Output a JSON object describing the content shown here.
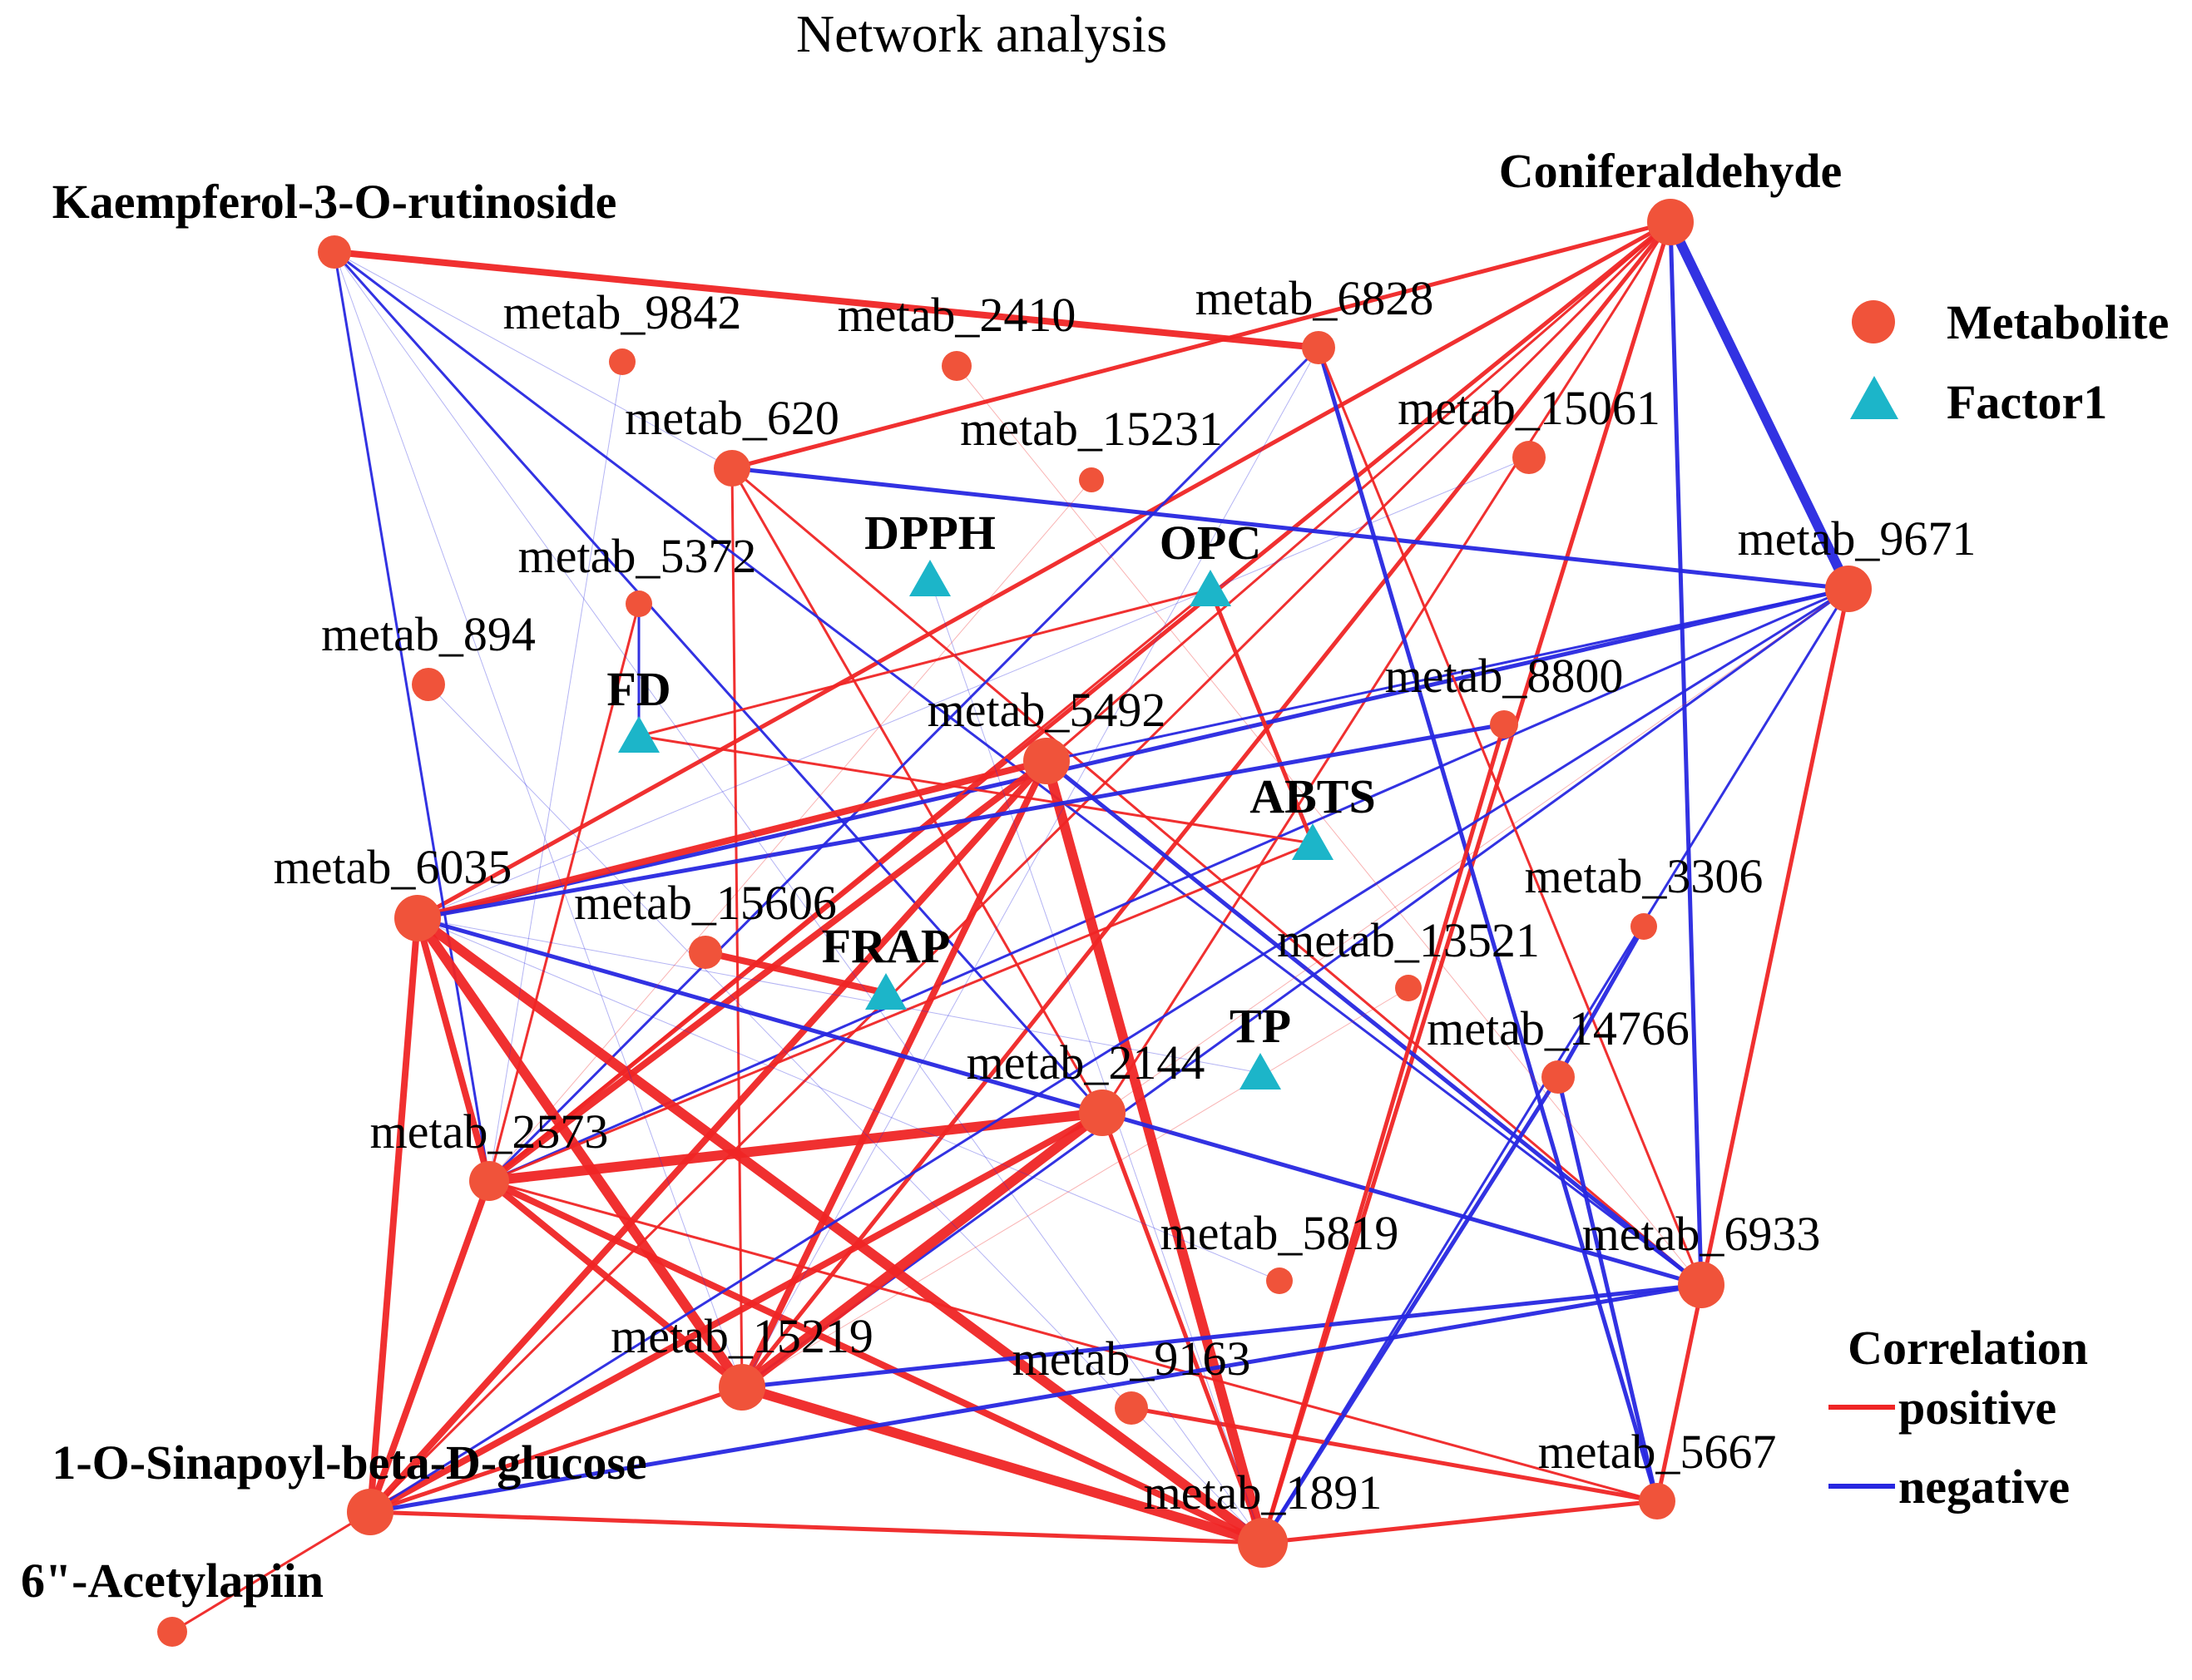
{
  "title": "Network analysis",
  "colors": {
    "metabolite": "#f0533a",
    "factor": "#1cb5c9",
    "positive": "#ef2525",
    "negative": "#2727e0"
  },
  "legend": {
    "node_items": [
      {
        "label": "Metabolite",
        "shape": "circle"
      },
      {
        "label": "Factor1",
        "shape": "triangle"
      }
    ],
    "edge_title": "Correlation",
    "edge_items": [
      {
        "label": "positive",
        "sign": "positive"
      },
      {
        "label": "negative",
        "sign": "negative"
      }
    ]
  },
  "nodes": [
    {
      "id": "Kaempferol-3-O-rutinoside",
      "label": "Kaempferol-3-O-rutinoside",
      "type": "metabolite"
    },
    {
      "id": "Coniferaldehyde",
      "label": "Coniferaldehyde",
      "type": "metabolite"
    },
    {
      "id": "metab_9842",
      "label": "metab_9842",
      "type": "metabolite"
    },
    {
      "id": "metab_2410",
      "label": "metab_2410",
      "type": "metabolite"
    },
    {
      "id": "metab_6828",
      "label": "metab_6828",
      "type": "metabolite"
    },
    {
      "id": "metab_620",
      "label": "metab_620",
      "type": "metabolite"
    },
    {
      "id": "metab_15231",
      "label": "metab_15231",
      "type": "metabolite"
    },
    {
      "id": "metab_15061",
      "label": "metab_15061",
      "type": "metabolite"
    },
    {
      "id": "metab_9671",
      "label": "metab_9671",
      "type": "metabolite"
    },
    {
      "id": "DPPH",
      "label": "DPPH",
      "type": "factor"
    },
    {
      "id": "OPC",
      "label": "OPC",
      "type": "factor"
    },
    {
      "id": "metab_5372",
      "label": "metab_5372",
      "type": "metabolite"
    },
    {
      "id": "metab_894",
      "label": "metab_894",
      "type": "metabolite"
    },
    {
      "id": "FD",
      "label": "FD",
      "type": "factor"
    },
    {
      "id": "metab_8800",
      "label": "metab_8800",
      "type": "metabolite"
    },
    {
      "id": "metab_5492",
      "label": "metab_5492",
      "type": "metabolite"
    },
    {
      "id": "ABTS",
      "label": "ABTS",
      "type": "factor"
    },
    {
      "id": "metab_6035",
      "label": "metab_6035",
      "type": "metabolite"
    },
    {
      "id": "metab_3306",
      "label": "metab_3306",
      "type": "metabolite"
    },
    {
      "id": "metab_15606",
      "label": "metab_15606",
      "type": "metabolite"
    },
    {
      "id": "FRAP",
      "label": "FRAP",
      "type": "factor"
    },
    {
      "id": "metab_13521",
      "label": "metab_13521",
      "type": "metabolite"
    },
    {
      "id": "TP",
      "label": "TP",
      "type": "factor"
    },
    {
      "id": "metab_14766",
      "label": "metab_14766",
      "type": "metabolite"
    },
    {
      "id": "metab_2144",
      "label": "metab_2144",
      "type": "metabolite"
    },
    {
      "id": "metab_2573",
      "label": "metab_2573",
      "type": "metabolite"
    },
    {
      "id": "metab_5819",
      "label": "metab_5819",
      "type": "metabolite"
    },
    {
      "id": "metab_6933",
      "label": "metab_6933",
      "type": "metabolite"
    },
    {
      "id": "metab_15219",
      "label": "metab_15219",
      "type": "metabolite"
    },
    {
      "id": "metab_9163",
      "label": "metab_9163",
      "type": "metabolite"
    },
    {
      "id": "metab_5667",
      "label": "metab_5667",
      "type": "metabolite"
    },
    {
      "id": "1-O-Sinapoyl-beta-D-glucose",
      "label": "1-O-Sinapoyl-beta-D-glucose",
      "type": "metabolite"
    },
    {
      "id": "metab_1891",
      "label": "metab_1891",
      "type": "metabolite"
    },
    {
      "id": "6\"-Acetylapiin",
      "label": "6\"-Acetylapiin",
      "type": "metabolite"
    }
  ],
  "edges": [
    {
      "s": "Kaempferol-3-O-rutinoside",
      "t": "metab_6828",
      "sign": "positive",
      "w": 3
    },
    {
      "s": "Coniferaldehyde",
      "t": "metab_9671",
      "sign": "negative",
      "w": 4
    },
    {
      "s": "Coniferaldehyde",
      "t": "metab_620",
      "sign": "positive",
      "w": 2
    },
    {
      "s": "Coniferaldehyde",
      "t": "metab_6035",
      "sign": "positive",
      "w": 2
    },
    {
      "s": "Coniferaldehyde",
      "t": "metab_2573",
      "sign": "positive",
      "w": 2
    },
    {
      "s": "Coniferaldehyde",
      "t": "metab_15219",
      "sign": "positive",
      "w": 2
    },
    {
      "s": "Coniferaldehyde",
      "t": "metab_1891",
      "sign": "positive",
      "w": 2
    },
    {
      "s": "Coniferaldehyde",
      "t": "metab_6933",
      "sign": "negative",
      "w": 2
    },
    {
      "s": "Coniferaldehyde",
      "t": "metab_2144",
      "sign": "positive",
      "w": 1
    },
    {
      "s": "Coniferaldehyde",
      "t": "1-O-Sinapoyl-beta-D-glucose",
      "sign": "positive",
      "w": 1
    },
    {
      "s": "Coniferaldehyde",
      "t": "metab_5492",
      "sign": "positive",
      "w": 1
    },
    {
      "s": "metab_620",
      "t": "metab_9671",
      "sign": "negative",
      "w": 2
    },
    {
      "s": "metab_620",
      "t": "metab_15219",
      "sign": "positive",
      "w": 1
    },
    {
      "s": "metab_620",
      "t": "metab_2144",
      "sign": "positive",
      "w": 1
    },
    {
      "s": "metab_620",
      "t": "metab_6933",
      "sign": "positive",
      "w": 1
    },
    {
      "s": "metab_9671",
      "t": "metab_6035",
      "sign": "negative",
      "w": 2
    },
    {
      "s": "metab_9671",
      "t": "metab_5667",
      "sign": "positive",
      "w": 2
    },
    {
      "s": "metab_9671",
      "t": "metab_2573",
      "sign": "negative",
      "w": 1
    },
    {
      "s": "metab_9671",
      "t": "metab_15219",
      "sign": "negative",
      "w": 1
    },
    {
      "s": "metab_9671",
      "t": "metab_1891",
      "sign": "negative",
      "w": 1
    },
    {
      "s": "metab_6828",
      "t": "metab_5667",
      "sign": "negative",
      "w": 2
    },
    {
      "s": "metab_6828",
      "t": "metab_2573",
      "sign": "negative",
      "w": 1
    },
    {
      "s": "metab_6828",
      "t": "metab_6933",
      "sign": "positive",
      "w": 1
    },
    {
      "s": "Kaempferol-3-O-rutinoside",
      "t": "metab_2573",
      "sign": "negative",
      "w": 1
    },
    {
      "s": "Kaempferol-3-O-rutinoside",
      "t": "metab_2144",
      "sign": "negative",
      "w": 1
    },
    {
      "s": "Kaempferol-3-O-rutinoside",
      "t": "metab_6933",
      "sign": "negative",
      "w": 1
    },
    {
      "s": "metab_5372",
      "t": "FD",
      "sign": "negative",
      "w": 1
    },
    {
      "s": "metab_5372",
      "t": "metab_2573",
      "sign": "positive",
      "w": 1
    },
    {
      "s": "FD",
      "t": "ABTS",
      "sign": "positive",
      "w": 1
    },
    {
      "s": "FD",
      "t": "OPC",
      "sign": "positive",
      "w": 1
    },
    {
      "s": "OPC",
      "t": "ABTS",
      "sign": "positive",
      "w": 2
    },
    {
      "s": "OPC",
      "t": "metab_2573",
      "sign": "positive",
      "w": 1
    },
    {
      "s": "ABTS",
      "t": "metab_2573",
      "sign": "positive",
      "w": 1
    },
    {
      "s": "metab_5492",
      "t": "metab_6035",
      "sign": "positive",
      "w": 3
    },
    {
      "s": "metab_5492",
      "t": "metab_2573",
      "sign": "positive",
      "w": 3
    },
    {
      "s": "metab_5492",
      "t": "metab_15219",
      "sign": "positive",
      "w": 3
    },
    {
      "s": "metab_5492",
      "t": "metab_1891",
      "sign": "positive",
      "w": 4
    },
    {
      "s": "metab_5492",
      "t": "1-O-Sinapoyl-beta-D-glucose",
      "sign": "positive",
      "w": 3
    },
    {
      "s": "metab_5492",
      "t": "metab_6933",
      "sign": "negative",
      "w": 2
    },
    {
      "s": "metab_6035",
      "t": "metab_8800",
      "sign": "negative",
      "w": 2
    },
    {
      "s": "metab_6035",
      "t": "metab_2144",
      "sign": "negative",
      "w": 2
    },
    {
      "s": "metab_6035",
      "t": "metab_2573",
      "sign": "positive",
      "w": 3
    },
    {
      "s": "metab_6035",
      "t": "metab_15219",
      "sign": "positive",
      "w": 4
    },
    {
      "s": "metab_6035",
      "t": "metab_1891",
      "sign": "positive",
      "w": 4
    },
    {
      "s": "metab_6035",
      "t": "1-O-Sinapoyl-beta-D-glucose",
      "sign": "positive",
      "w": 3
    },
    {
      "s": "metab_15606",
      "t": "FRAP",
      "sign": "positive",
      "w": 3
    },
    {
      "s": "metab_2144",
      "t": "metab_2573",
      "sign": "positive",
      "w": 4
    },
    {
      "s": "metab_2144",
      "t": "metab_15219",
      "sign": "positive",
      "w": 4
    },
    {
      "s": "metab_2144",
      "t": "1-O-Sinapoyl-beta-D-glucose",
      "sign": "positive",
      "w": 3
    },
    {
      "s": "metab_2144",
      "t": "metab_6933",
      "sign": "negative",
      "w": 2
    },
    {
      "s": "metab_2144",
      "t": "metab_1891",
      "sign": "positive",
      "w": 2
    },
    {
      "s": "metab_2573",
      "t": "metab_15219",
      "sign": "positive",
      "w": 3
    },
    {
      "s": "metab_2573",
      "t": "metab_1891",
      "sign": "positive",
      "w": 3
    },
    {
      "s": "metab_2573",
      "t": "1-O-Sinapoyl-beta-D-glucose",
      "sign": "positive",
      "w": 3
    },
    {
      "s": "metab_2573",
      "t": "metab_5667",
      "sign": "positive",
      "w": 1
    },
    {
      "s": "metab_15219",
      "t": "metab_6933",
      "sign": "negative",
      "w": 2
    },
    {
      "s": "metab_15219",
      "t": "metab_1891",
      "sign": "positive",
      "w": 4
    },
    {
      "s": "metab_15219",
      "t": "1-O-Sinapoyl-beta-D-glucose",
      "sign": "positive",
      "w": 2
    },
    {
      "s": "metab_9163",
      "t": "metab_5667",
      "sign": "positive",
      "w": 2
    },
    {
      "s": "metab_1891",
      "t": "1-O-Sinapoyl-beta-D-glucose",
      "sign": "positive",
      "w": 2
    },
    {
      "s": "metab_1891",
      "t": "metab_5667",
      "sign": "positive",
      "w": 2
    },
    {
      "s": "metab_1891",
      "t": "metab_14766",
      "sign": "negative",
      "w": 2
    },
    {
      "s": "metab_1891",
      "t": "metab_8800",
      "sign": "positive",
      "w": 2
    },
    {
      "s": "metab_14766",
      "t": "metab_3306",
      "sign": "negative",
      "w": 2
    },
    {
      "s": "metab_14766",
      "t": "metab_5667",
      "sign": "negative",
      "w": 2
    },
    {
      "s": "metab_6933",
      "t": "1-O-Sinapoyl-beta-D-glucose",
      "sign": "negative",
      "w": 2
    },
    {
      "s": "1-O-Sinapoyl-beta-D-glucose",
      "t": "6\"-Acetylapiin",
      "sign": "positive",
      "w": 1
    },
    {
      "s": "1-O-Sinapoyl-beta-D-glucose",
      "t": "metab_9671",
      "sign": "negative",
      "w": 1
    },
    {
      "s": "Kaempferol-3-O-rutinoside",
      "t": "metab_620",
      "sign": "negative",
      "w": 0
    },
    {
      "s": "Kaempferol-3-O-rutinoside",
      "t": "metab_15219",
      "sign": "negative",
      "w": 0
    },
    {
      "s": "Kaempferol-3-O-rutinoside",
      "t": "metab_1891",
      "sign": "negative",
      "w": 0
    },
    {
      "s": "metab_9842",
      "t": "metab_2573",
      "sign": "negative",
      "w": 0
    },
    {
      "s": "metab_2410",
      "t": "metab_6933",
      "sign": "positive",
      "w": 0
    },
    {
      "s": "metab_15061",
      "t": "metab_6035",
      "sign": "negative",
      "w": 0
    },
    {
      "s": "metab_9671",
      "t": "metab_2144",
      "sign": "positive",
      "w": 0
    },
    {
      "s": "metab_894",
      "t": "metab_1891",
      "sign": "negative",
      "w": 0
    },
    {
      "s": "metab_5819",
      "t": "metab_6035",
      "sign": "negative",
      "w": 0
    },
    {
      "s": "metab_13521",
      "t": "metab_15219",
      "sign": "positive",
      "w": 0
    },
    {
      "s": "metab_5492",
      "t": "metab_9671",
      "sign": "negative",
      "w": 1
    },
    {
      "s": "metab_6828",
      "t": "metab_15219",
      "sign": "negative",
      "w": 0
    },
    {
      "s": "metab_15231",
      "t": "metab_2573",
      "sign": "positive",
      "w": 0
    },
    {
      "s": "DPPH",
      "t": "metab_1891",
      "sign": "negative",
      "w": 0
    },
    {
      "s": "TP",
      "t": "metab_6035",
      "sign": "negative",
      "w": 0
    }
  ]
}
